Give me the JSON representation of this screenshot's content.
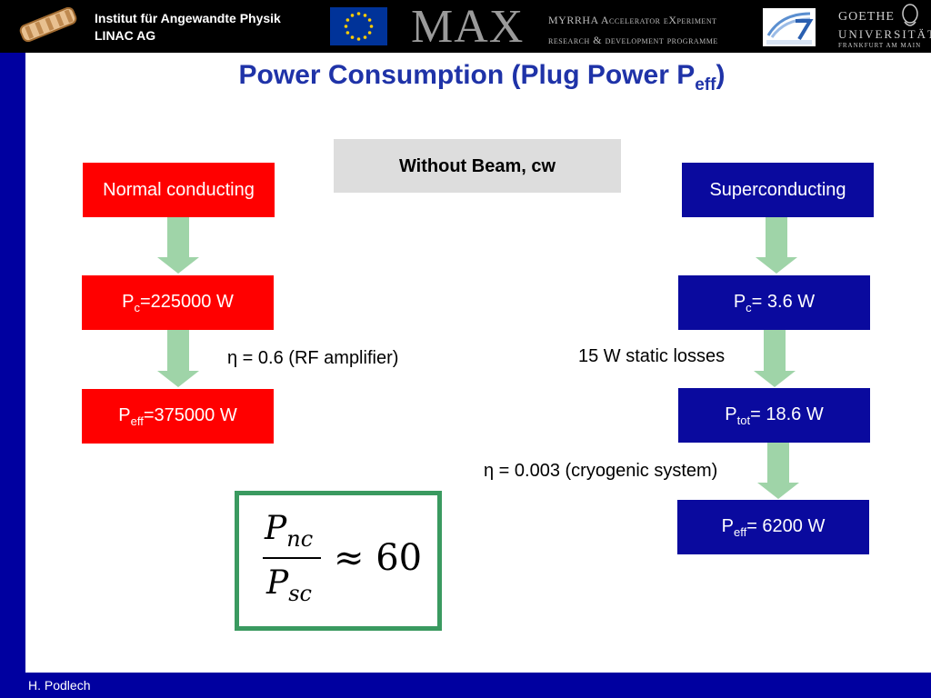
{
  "header": {
    "institute_line1": "Institut für Angewandte Physik",
    "institute_line2": "LINAC AG",
    "max_logo": "MAX",
    "myrrha_line1": "MYRRHA Accelerator eXperiment",
    "myrrha_line2": "research & development programme",
    "goethe_line1": "GOETHE",
    "goethe_line2": "UNIVERSITÄT",
    "goethe_line3": "FRANKFURT AM MAIN"
  },
  "slide": {
    "title_main": "Power Consumption (Plug Power P",
    "title_sub": "eff",
    "title_end": ")",
    "condition": "Without Beam, cw"
  },
  "normal": {
    "heading": "Normal conducting",
    "pc_prefix": "P",
    "pc_sub": "c",
    "pc_value": "=225000 W",
    "eta_symbol": "η",
    "eta_text": " = 0.6 (RF amplifier)",
    "peff_prefix": "P",
    "peff_sub": "eff",
    "peff_value": "=375000 W"
  },
  "super": {
    "heading": "Superconducting",
    "pc_prefix": "P",
    "pc_sub": "c",
    "pc_value": "= 3.6 W",
    "static_losses": "15 W static losses",
    "ptot_prefix": "P",
    "ptot_sub": "tot",
    "ptot_value": "= 18.6 W",
    "eta_symbol": "η",
    "eta_text": " = 0.003 (cryogenic system)",
    "peff_prefix": "P",
    "peff_sub": "eff",
    "peff_value": "= 6200 W"
  },
  "formula": {
    "num_main": "P",
    "num_sub": "nc",
    "den_main": "P",
    "den_sub": "sc",
    "approx": "≈ 60"
  },
  "footer": {
    "author": "H. Podlech"
  },
  "colors": {
    "normal_box": "#ff0000",
    "super_box": "#0a0a9e",
    "arrow": "#9fd4a8",
    "formula_border": "#3a9a60",
    "title": "#1f33a8"
  }
}
